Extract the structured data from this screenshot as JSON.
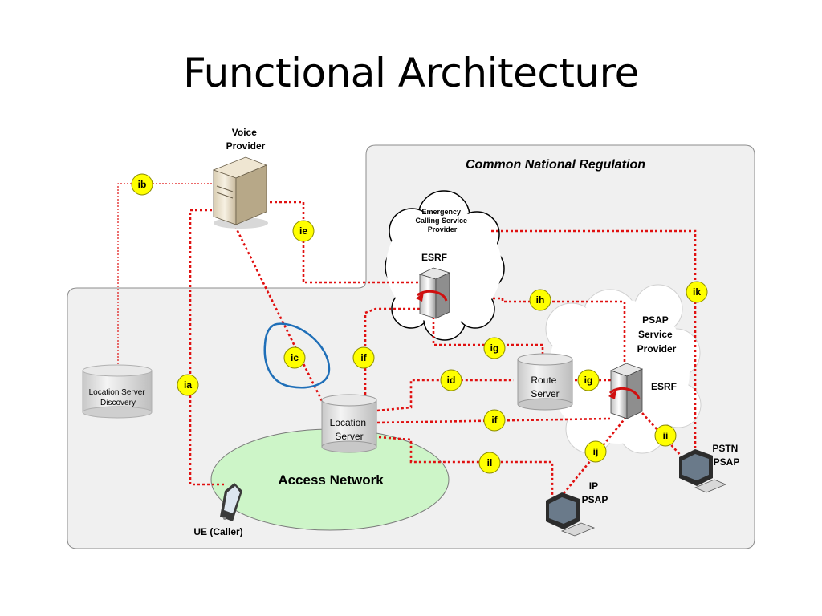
{
  "slide": {
    "title": "Functional Architecture"
  },
  "regions": {
    "national": "Common National Regulation",
    "access_network": "Access Network"
  },
  "nodes": {
    "voice_provider": [
      "Voice",
      "Provider"
    ],
    "ecsp": [
      "Emergency",
      "Calling Service",
      "Provider"
    ],
    "esrf_top": "ESRF",
    "psap_sp": [
      "PSAP",
      "Service",
      "Provider"
    ],
    "esrf_psap": "ESRF",
    "route_server": [
      "Route",
      "Server"
    ],
    "location_server": [
      "Location",
      "Server"
    ],
    "lsd": [
      "Location Server",
      "Discovery"
    ],
    "ue": "UE (Caller)",
    "ip_psap": [
      "IP",
      "PSAP"
    ],
    "pstn_psap": [
      "PSTN",
      "PSAP"
    ]
  },
  "interfaces": {
    "ib": "ib",
    "ie": "ie",
    "ih": "ih",
    "ik": "ik",
    "ig_top": "ig",
    "ig_right": "ig",
    "ic": "ic",
    "if_top": "if",
    "ia": "ia",
    "id": "id",
    "if_bottom": "if",
    "ii": "ii",
    "ij": "ij",
    "il": "il"
  },
  "colors": {
    "link": "#e01010",
    "badge": "#ffff00",
    "region_fill": "#f0f0f0",
    "access_network": "#cdf5c8",
    "ic_outline": "#1f6fb8"
  }
}
